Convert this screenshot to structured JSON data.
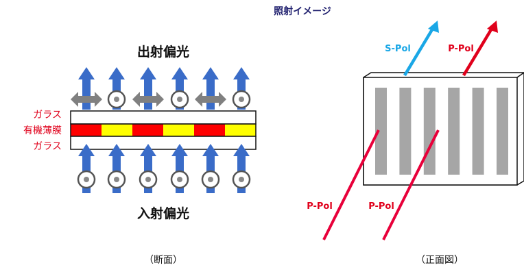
{
  "title": "照射イメージ",
  "cross_section": {
    "top_label": "出射偏光",
    "bottom_label": "入射偏光",
    "caption": "（断面）",
    "layer_labels": [
      "ガラス",
      "有機薄膜",
      "ガラス"
    ]
  },
  "front_view": {
    "caption": "（正面図）",
    "out_labels": [
      "S-Pol",
      "P-Pol"
    ],
    "in_labels": [
      "P-Pol",
      "P-Pol"
    ]
  },
  "colors": {
    "title": "#1f1f6e",
    "accent_red": "#e0001b",
    "film_red": "#ff0000",
    "film_yellow": "#ffff00",
    "arrow_blue": "#3a6cc8",
    "arrow_gray": "#808080",
    "s_pol": "#1aa7e6",
    "p_pol_in": "#e8003a",
    "stripe": "#a6a6a6"
  }
}
